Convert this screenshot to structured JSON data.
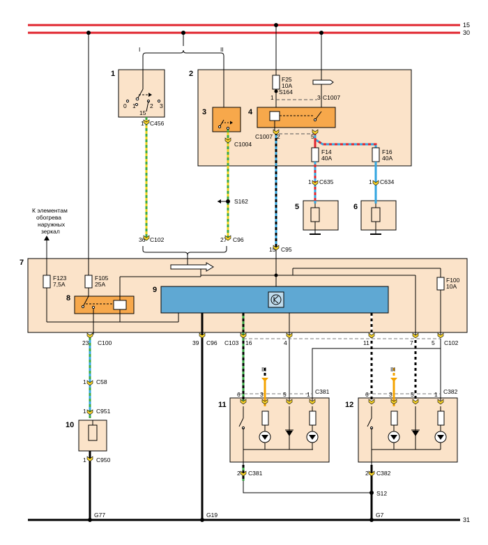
{
  "rails": {
    "r15": "15",
    "r30": "30",
    "r31": "31",
    "color_red": "#e0242e"
  },
  "colors": {
    "module_bg": "#fbe3c9",
    "relay": "#f7a84b",
    "control_unit": "#5fa8d3",
    "connector": "#f6d22a",
    "wire_green": "#3aa845",
    "wire_blue": "#33a6e0",
    "wire_yellow": "#f0d01c",
    "wire_red": "#e0242e",
    "indicator_orange": "#f4a300"
  },
  "components": {
    "n1": "1",
    "n2": "2",
    "n3": "3",
    "n4": "4",
    "n5": "5",
    "n6": "6",
    "n7": "7",
    "n8": "8",
    "n9": "9",
    "n10": "10",
    "n11": "11",
    "n12": "12"
  },
  "switch": {
    "pos_I": "I",
    "pos_II": "II",
    "pos_III": "III",
    "pos0": "0",
    "pos1": "1",
    "pos2": "2",
    "pos3": "3",
    "pin15": "15"
  },
  "fuses": {
    "f25": "F25",
    "f25_rating": "10A",
    "f14": "F14",
    "f14_rating": "40A",
    "f16": "F16",
    "f16_rating": "40A",
    "f123": "F123",
    "f123_rating": "7,5A",
    "f105": "F105",
    "f105_rating": "25A",
    "f100": "F100",
    "f100_rating": "10A"
  },
  "connectors": {
    "c456": "C456",
    "c1004": "C1004",
    "c1007": "C1007",
    "c1007b": "C1007",
    "c635": "C635",
    "c634": "C634",
    "c102": "C102",
    "c102b": "C102",
    "c96": "C96",
    "c96b": "C96",
    "c95": "C95",
    "c100": "C100",
    "c103": "C103",
    "c58": "C58",
    "c951": "C951",
    "c950": "C950",
    "c381": "C381",
    "c381b": "C381",
    "c382": "C382",
    "c382b": "C382"
  },
  "splices": {
    "s164": "S164",
    "s162": "S162",
    "s12": "S12"
  },
  "grounds": {
    "g77": "G77",
    "g19": "G19",
    "g7": "G7"
  },
  "pins": {
    "p1": "1",
    "p2": "2",
    "p3": "3",
    "p4": "4",
    "p5": "5",
    "p6": "6",
    "p7": "7",
    "p11": "11",
    "p15": "15",
    "p16": "16",
    "p23": "23",
    "p27": "27",
    "p36": "36",
    "p39": "39"
  },
  "note": {
    "line1": "К элементам",
    "line2": "обогрева",
    "line3": "наружных",
    "line4": "зеркал"
  }
}
